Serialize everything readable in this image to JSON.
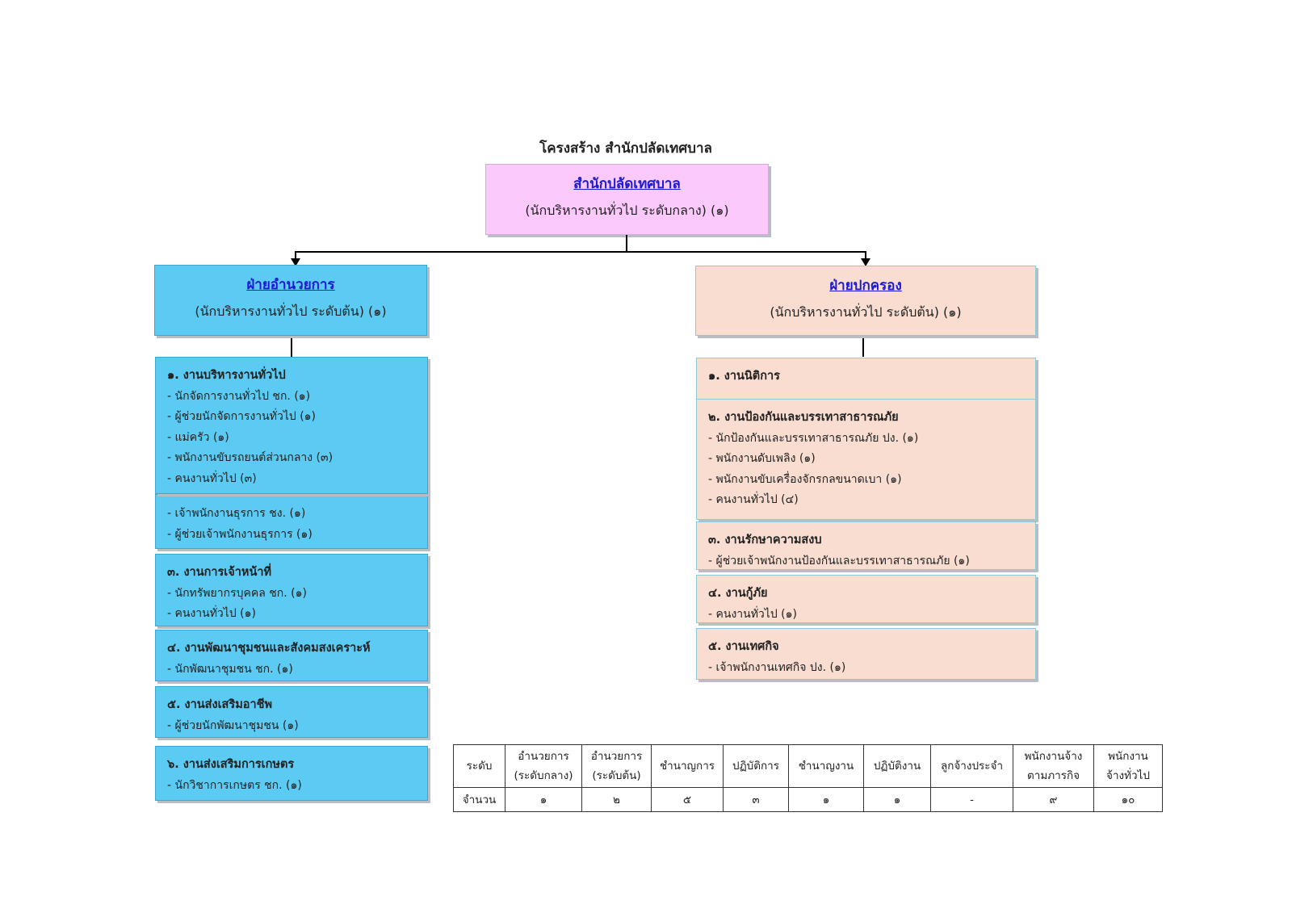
{
  "title": "โครงสร้าง สำนักปลัดเทศบาล",
  "top": {
    "name": "สำนักปลัดเทศบาล",
    "sub": "(นักบริหารงานทั่วไป ระดับกลาง) (๑)"
  },
  "left_head": {
    "name": "ฝ่ายอำนวยการ",
    "sub": "(นักบริหารงานทั่วไป ระดับต้น) (๑)"
  },
  "right_head": {
    "name": "ฝ่ายปกครอง",
    "sub": "(นักบริหารงานทั่วไป ระดับต้น) (๑)"
  },
  "left_sections": [
    {
      "title": "๑. งานบริหารงานทั่วไป",
      "items": [
        "- นักจัดการงานทั่วไป ชก. (๑)",
        "- ผู้ช่วยนักจัดการงานทั่วไป (๑)",
        "- แม่ครัว (๑)",
        "- พนักงานขับรถยนต์ส่วนกลาง (๓)",
        "- คนงานทั่วไป (๓)"
      ]
    },
    {
      "title": "",
      "items": [
        "- เจ้าพนักงานธุรการ ชง. (๑)",
        "- ผู้ช่วยเจ้าพนักงานธุรการ (๑)"
      ]
    },
    {
      "title": "๓. งานการเจ้าหน้าที่",
      "items": [
        "- นักทรัพยากรบุคคล ชก. (๑)",
        "- คนงานทั่วไป (๑)"
      ]
    },
    {
      "title": "๔. งานพัฒนาชุมชนและสังคมสงเคราะห์",
      "items": [
        "- นักพัฒนาชุมชน ชก. (๑)"
      ]
    },
    {
      "title": "๕. งานส่งเสริมอาชีพ",
      "items": [
        "- ผู้ช่วยนักพัฒนาชุมชน (๑)"
      ]
    },
    {
      "title": "๖. งานส่งเสริมการเกษตร",
      "items": [
        "- นักวิชาการเกษตร ชก. (๑)"
      ]
    }
  ],
  "right_sections": [
    {
      "title": "๑. งานนิติการ",
      "items": []
    },
    {
      "title": "๒. งานป้องกันและบรรเทาสาธารณภัย",
      "items": [
        "- นักป้องกันและบรรเทาสาธารณภัย ปง. (๑)",
        "- พนักงานดับเพลิง (๑)",
        "- พนักงานขับเครื่องจักรกลขนาดเบา (๑)",
        "- คนงานทั่วไป (๔)"
      ]
    },
    {
      "title": "๓. งานรักษาความสงบ",
      "items": [
        "- ผู้ช่วยเจ้าพนักงานป้องกันและบรรเทาสาธารณภัย (๑)"
      ]
    },
    {
      "title": "๔. งานกู้ภัย",
      "items": [
        "- คนงานทั่วไป (๑)"
      ]
    },
    {
      "title": "๕. งานเทศกิจ",
      "items": [
        "- เจ้าพนักงานเทศกิจ ปง. (๑)"
      ]
    }
  ],
  "stats_table": {
    "level_label": "ระดับ",
    "count_label": "จำนวน",
    "columns": [
      {
        "h1": "อำนวยการ",
        "h2": "(ระดับกลาง)",
        "value": "๑"
      },
      {
        "h1": "อำนวยการ",
        "h2": "(ระดับต้น)",
        "value": "๒"
      },
      {
        "h1": "ชำนาญการ",
        "h2": "",
        "value": "๕"
      },
      {
        "h1": "ปฏิบัติการ",
        "h2": "",
        "value": "๓"
      },
      {
        "h1": "ชำนาญงาน",
        "h2": "",
        "value": "๑"
      },
      {
        "h1": "ปฏิบัติงาน",
        "h2": "",
        "value": "๑"
      },
      {
        "h1": "ลูกจ้างประจำ",
        "h2": "",
        "value": "-"
      },
      {
        "h1": "พนักงานจ้าง",
        "h2": "ตามภารกิจ",
        "value": "๙"
      },
      {
        "h1": "พนักงาน",
        "h2": "จ้างทั่วไป",
        "value": "๑๐"
      }
    ]
  }
}
